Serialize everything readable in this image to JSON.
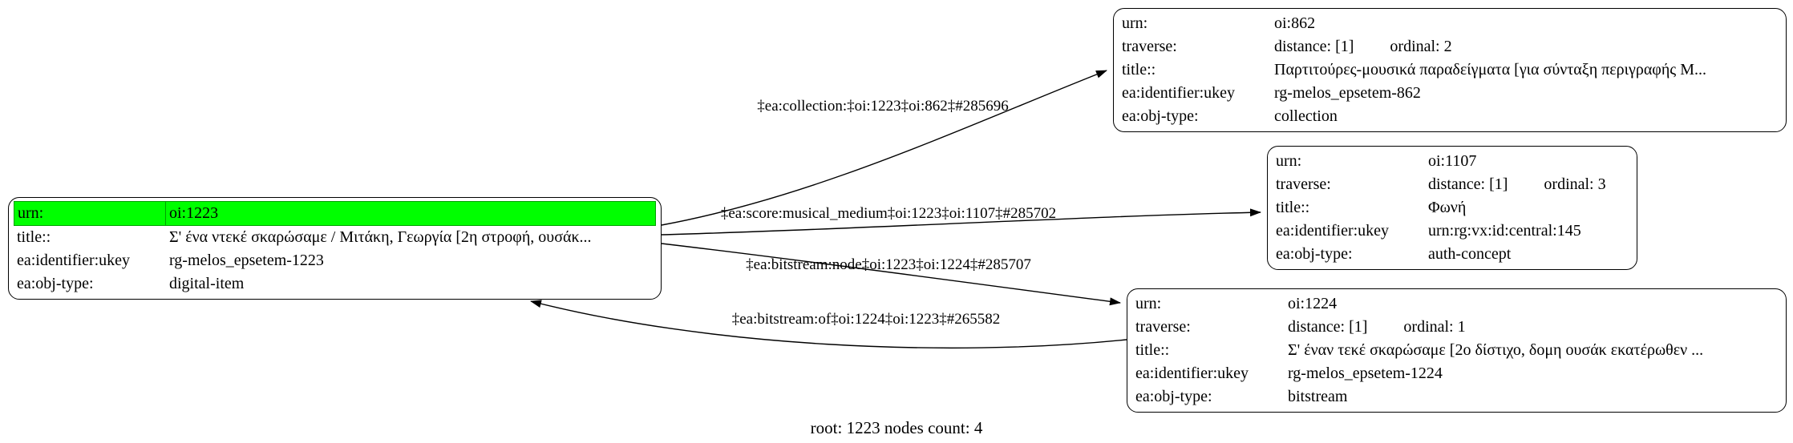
{
  "graph": {
    "caption": "root: 1223 nodes count: 4",
    "colors": {
      "highlight_fill": "#00ff00",
      "node_border": "#000000",
      "edge": "#000000",
      "background": "#ffffff"
    },
    "nodes": [
      {
        "id": "oi:1223",
        "rows": [
          {
            "key": "urn:",
            "value": "oi:1223"
          },
          {
            "key": "title::",
            "value": "Σ' ένα ντεκέ σκαρώσαμε / Μιτάκη, Γεωργία [2η στροφή, ουσάκ..."
          },
          {
            "key": "ea:identifier:ukey",
            "value": "rg-melos_epsetem-1223"
          },
          {
            "key": "ea:obj-type:",
            "value": "digital-item"
          }
        ]
      },
      {
        "id": "oi:862",
        "rows": [
          {
            "key": "urn:",
            "value": "oi:862"
          },
          {
            "key": "traverse:",
            "value": "distance: [1]",
            "value2": "ordinal: 2"
          },
          {
            "key": "title::",
            "value": "Παρτιτούρες-μουσικά παραδείγματα [για σύνταξη περιγραφής Μ..."
          },
          {
            "key": "ea:identifier:ukey",
            "value": "rg-melos_epsetem-862"
          },
          {
            "key": "ea:obj-type:",
            "value": "collection"
          }
        ]
      },
      {
        "id": "oi:1107",
        "rows": [
          {
            "key": "urn:",
            "value": "oi:1107"
          },
          {
            "key": "traverse:",
            "value": "distance: [1]",
            "value2": "ordinal: 3"
          },
          {
            "key": "title::",
            "value": "Φωνή"
          },
          {
            "key": "ea:identifier:ukey",
            "value": "urn:rg:vx:id:central:145"
          },
          {
            "key": "ea:obj-type:",
            "value": "auth-concept"
          }
        ]
      },
      {
        "id": "oi:1224",
        "rows": [
          {
            "key": "urn:",
            "value": "oi:1224"
          },
          {
            "key": "traverse:",
            "value": "distance: [1]",
            "value2": "ordinal: 1"
          },
          {
            "key": "title::",
            "value": "Σ' έναν τεκέ σκαρώσαμε [2ο δίστιχο, δομη ουσάκ εκατέρωθεν ..."
          },
          {
            "key": "ea:identifier:ukey",
            "value": "rg-melos_epsetem-1224"
          },
          {
            "key": "ea:obj-type:",
            "value": "bitstream"
          }
        ]
      }
    ],
    "edges": [
      {
        "label": "‡ea:collection:‡oi:1223‡oi:862‡#285696"
      },
      {
        "label": "‡ea:score:musical_medium‡oi:1223‡oi:1107‡#285702"
      },
      {
        "label": "‡ea:bitstream:node‡oi:1223‡oi:1224‡#285707"
      },
      {
        "label": "‡ea:bitstream:of‡oi:1224‡oi:1223‡#265582"
      }
    ]
  }
}
